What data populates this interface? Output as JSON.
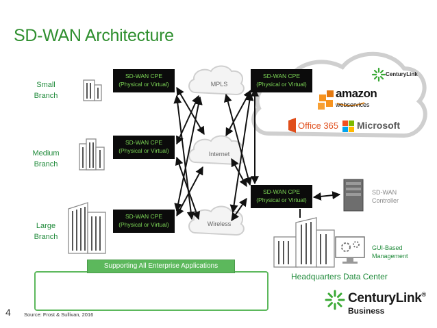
{
  "title": "SD-WAN Architecture",
  "branches": [
    {
      "line1": "Small",
      "line2": "Branch"
    },
    {
      "line1": "Medium",
      "line2": "Branch"
    },
    {
      "line1": "Large",
      "line2": "Branch"
    }
  ],
  "cpe": {
    "line1": "SD-WAN CPE",
    "line2": "(Physical or Virtual)"
  },
  "clouds": {
    "mpls": "MPLS",
    "internet": "Internet",
    "wireless": "Wireless"
  },
  "cloud_services": {
    "centurylink_small": "CenturyLink",
    "amazon": "amazon",
    "amazon_sub": "webservices",
    "office365": "Office 365",
    "microsoft": "Microsoft"
  },
  "controller": {
    "line1": "SD-WAN",
    "line2": "Controller"
  },
  "management": {
    "line1": "GUI-Based",
    "line2": "Management"
  },
  "support_banner": "Supporting All Enterprise Applications",
  "hq_label": "Headquarters Data Center",
  "slide_number": "4",
  "source": "Source: Frost & Sullivan, 2016",
  "brand": {
    "name": "CenturyLink",
    "reg": "®",
    "sub": "Business"
  },
  "colors": {
    "brand_green": "#2f8f2f",
    "cpe_bg": "#0b0b0b",
    "cpe_text": "#7ed957",
    "banner": "#5cb85c"
  }
}
